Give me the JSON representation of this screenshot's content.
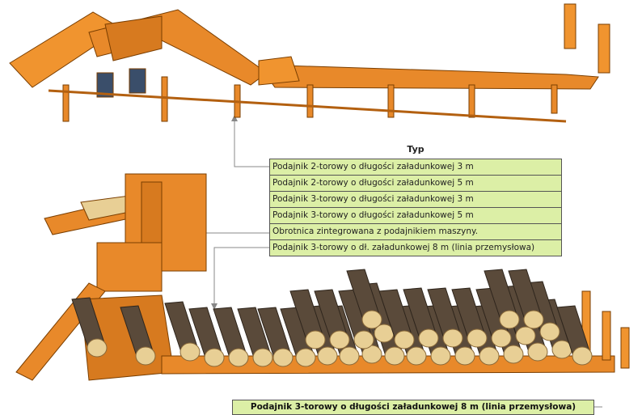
{
  "table": {
    "header": "Typ",
    "rows": [
      "Podajnik 2-torowy o długości załadunkowej 3 m",
      "Podajnik 2-torowy o długości załadunkowej 5 m",
      "Podajnik 3-torowy o długości załadunkowej 3 m",
      "Podajnik 3-torowy o długości załadunkowej 5 m",
      "Obrotnica zintegrowana z podajnikiem maszyny.",
      "Podajnik 3-torowy o dł. załadunkowej 8 m (linia przemysłowa)"
    ]
  },
  "bottom_label": "Podajnik 3-torowy o długości załadunkowej 8 m (linia przemysłowa)",
  "colors": {
    "machine": "#e8892a",
    "table_fill": "#dcefa6",
    "log_end": "#e8cf95"
  }
}
